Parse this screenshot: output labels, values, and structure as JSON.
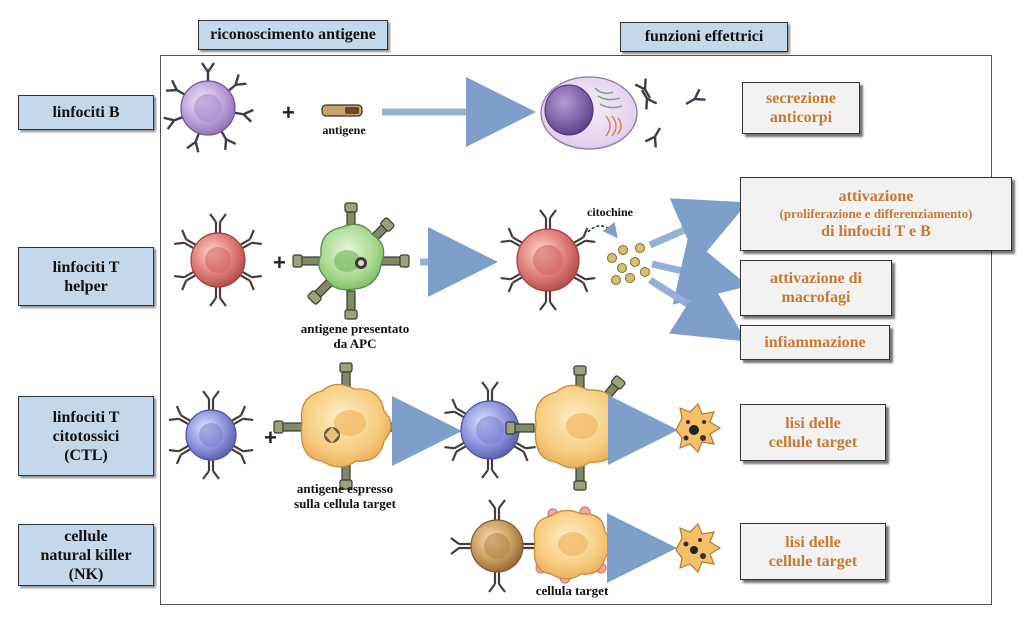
{
  "headers": {
    "recognition": "riconoscimento antigene",
    "effector": "funzioni effettrici"
  },
  "rows": [
    {
      "label": "linfociti B"
    },
    {
      "label": "linfociti T\nhelper"
    },
    {
      "label": "linfociti T\ncitotossici\n(CTL)"
    },
    {
      "label": "cellule\nnatural killer\n(NK)"
    }
  ],
  "captions": {
    "antigen": "antigene",
    "apc": "antigene presentato\nda APC",
    "citochine": "citochine",
    "expressed": "antigene espresso\nsulla cellula target",
    "target_cell": "cellula target"
  },
  "effects": {
    "b_secretion": "secrezione\nanticorpi",
    "activation_title": "attivazione",
    "activation_detail": "(proliferazione e differenziamento)",
    "activation_target": "di linfociti T e B",
    "macrophage": "attivazione di\nmacrofagi",
    "inflammation": "infiammazione",
    "ctl_lysis": "lisi delle\ncellule target",
    "nk_lysis": "lisi delle\ncellule target"
  },
  "symbols": {
    "plus": "+"
  },
  "colors": {
    "label_box": "#c4d8ec",
    "effect_text": "#c77a30",
    "arrow": "#94b0d4",
    "b_cell": "#b8a0d2",
    "th_cell": "#d87a7a",
    "ctl_cell": "#8b90d6",
    "apc": "#9fcf86",
    "target": "#f4c46e",
    "nk_cell": "#c79a5c"
  }
}
